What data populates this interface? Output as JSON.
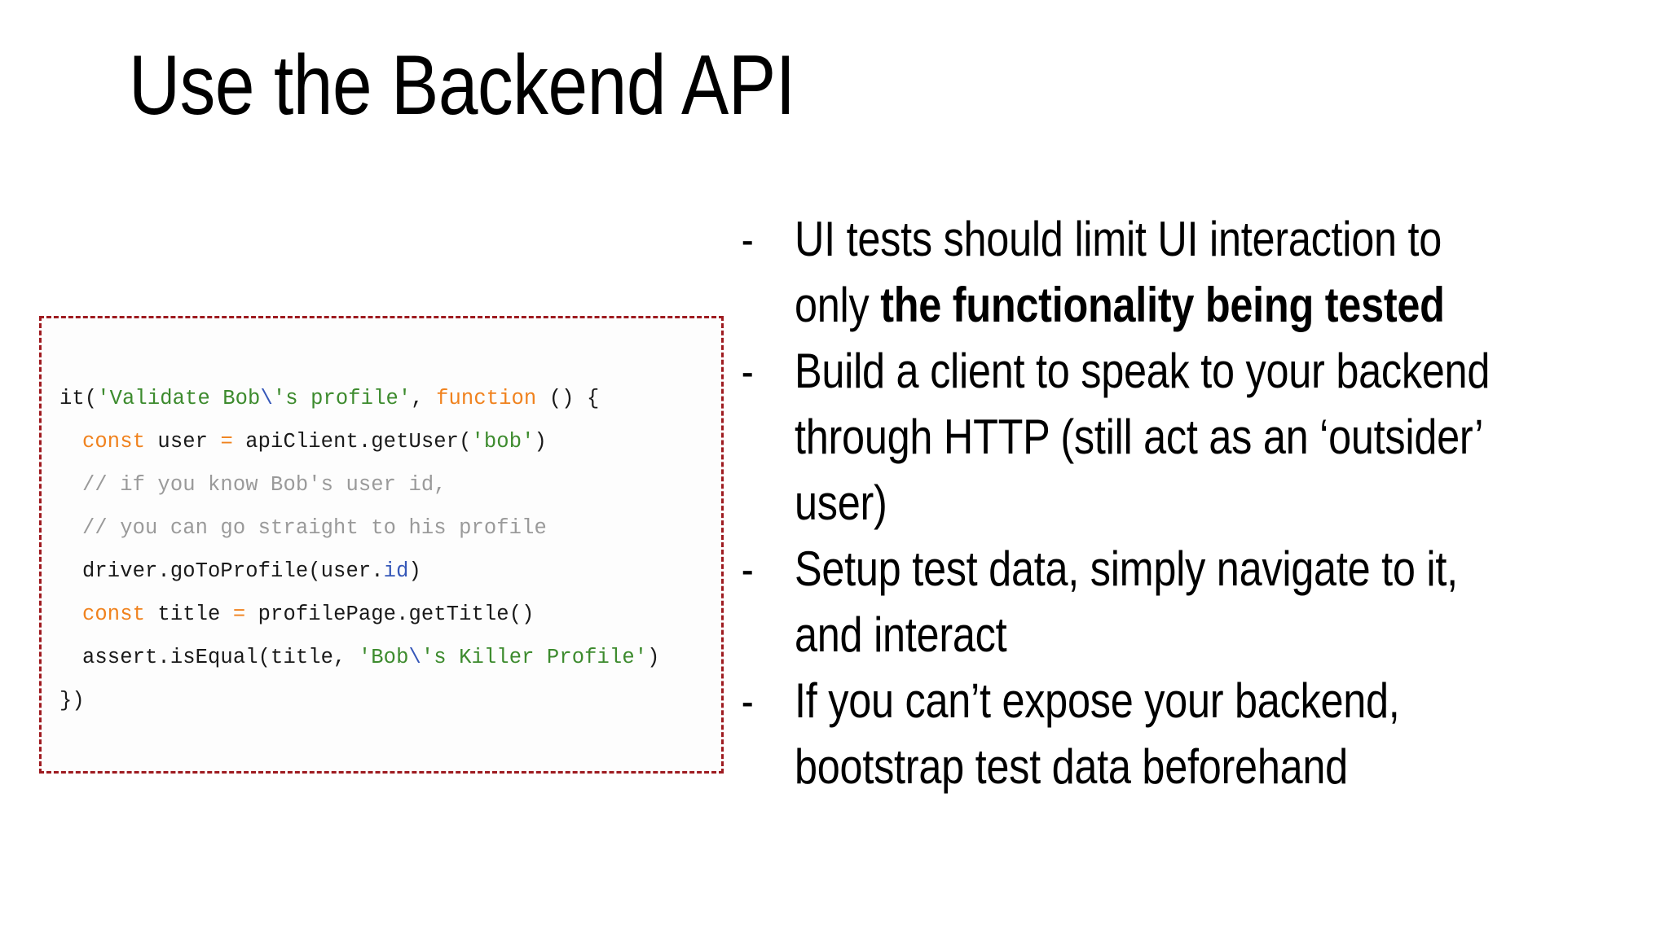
{
  "slide": {
    "title": "Use the Backend API",
    "background_color": "#ffffff"
  },
  "code_block": {
    "border_style": "dashed",
    "border_color": "#9e1b20",
    "background_color": "#fdfdfd",
    "language": "javascript",
    "syntax_colors": {
      "plain": "#1a1a1a",
      "string": "#3d8b2e",
      "escape": "#3557b8",
      "keyword": "#f0821e",
      "operator": "#f0821e",
      "property": "#3557b8",
      "comment": "#9a9a9a"
    },
    "lines": [
      {
        "indent": 0,
        "tokens": [
          {
            "t": "it(",
            "k": "plain"
          },
          {
            "t": "'Validate Bob",
            "k": "string"
          },
          {
            "t": "\\",
            "k": "escape"
          },
          {
            "t": "'s profile'",
            "k": "string"
          },
          {
            "t": ", ",
            "k": "plain"
          },
          {
            "t": "function",
            "k": "keyword"
          },
          {
            "t": " () {",
            "k": "plain"
          }
        ]
      },
      {
        "indent": 1,
        "tokens": [
          {
            "t": "const",
            "k": "keyword"
          },
          {
            "t": " user ",
            "k": "plain"
          },
          {
            "t": "=",
            "k": "operator"
          },
          {
            "t": " apiClient.getUser(",
            "k": "plain"
          },
          {
            "t": "'bob'",
            "k": "string"
          },
          {
            "t": ")",
            "k": "plain"
          }
        ]
      },
      {
        "indent": 1,
        "tokens": [
          {
            "t": "// if you know Bob's user id,",
            "k": "comment"
          }
        ]
      },
      {
        "indent": 1,
        "tokens": [
          {
            "t": "// you can go straight to his profile",
            "k": "comment"
          }
        ]
      },
      {
        "indent": 1,
        "tokens": [
          {
            "t": "driver.goToProfile(user.",
            "k": "plain"
          },
          {
            "t": "id",
            "k": "property"
          },
          {
            "t": ")",
            "k": "plain"
          }
        ]
      },
      {
        "indent": 1,
        "tokens": [
          {
            "t": "const",
            "k": "keyword"
          },
          {
            "t": " title ",
            "k": "plain"
          },
          {
            "t": "=",
            "k": "operator"
          },
          {
            "t": " profilePage.getTitle()",
            "k": "plain"
          }
        ]
      },
      {
        "indent": 1,
        "tokens": [
          {
            "t": "assert.isEqual(title, ",
            "k": "plain"
          },
          {
            "t": "'Bob",
            "k": "string"
          },
          {
            "t": "\\",
            "k": "escape"
          },
          {
            "t": "'s Killer Profile'",
            "k": "string"
          },
          {
            "t": ")",
            "k": "plain"
          }
        ]
      },
      {
        "indent": 0,
        "tokens": [
          {
            "t": "})",
            "k": "plain"
          }
        ]
      }
    ]
  },
  "bullets": {
    "marker": "-",
    "items": [
      {
        "segments": [
          {
            "text": "UI tests should limit UI interaction to only ",
            "bold": false
          },
          {
            "text": "the functionality being tested",
            "bold": true
          }
        ]
      },
      {
        "segments": [
          {
            "text": "Build a client to speak to your backend through HTTP (still act as an ‘outsider’ user)",
            "bold": false
          }
        ]
      },
      {
        "segments": [
          {
            "text": "Setup test data, simply navigate to it, and interact",
            "bold": false
          }
        ]
      },
      {
        "segments": [
          {
            "text": "If you can’t expose your backend, bootstrap test data beforehand",
            "bold": false
          }
        ]
      }
    ]
  }
}
